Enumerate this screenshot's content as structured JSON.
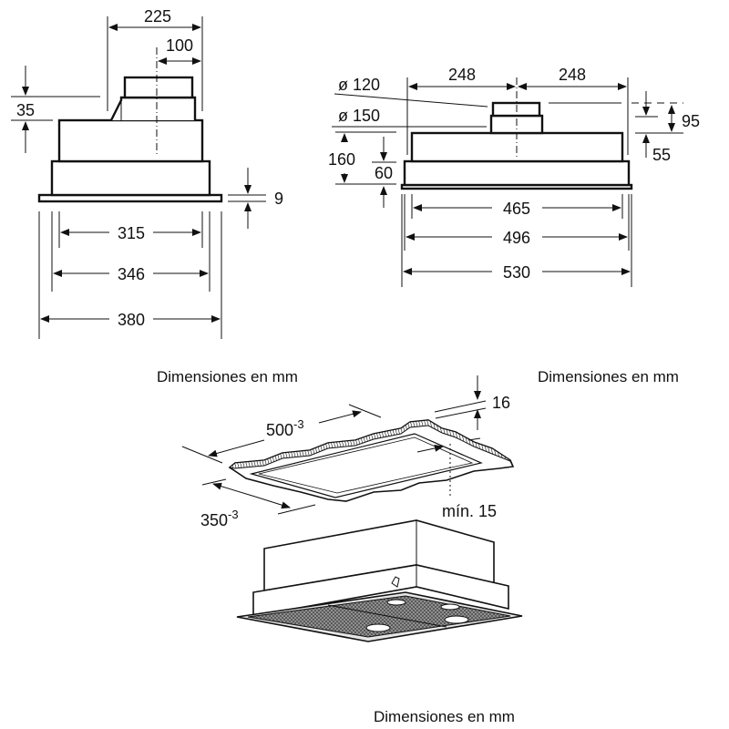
{
  "captions": {
    "side_view": "Dimensiones en mm",
    "front_view": "Dimensiones en mm",
    "installation_view": "Dimensiones en mm"
  },
  "side_view": {
    "dims": {
      "d225": "225",
      "d100": "100",
      "d35": "35",
      "d9": "9",
      "d315": "315",
      "d346": "346",
      "d380": "380"
    }
  },
  "front_view": {
    "dims": {
      "left248": "248",
      "right248": "248",
      "dia120": "ø 120",
      "dia150": "ø 150",
      "d160": "160",
      "d60": "60",
      "d95": "95",
      "d55": "55",
      "d465": "465",
      "d496": "496",
      "d530": "530"
    }
  },
  "installation_view": {
    "cutout_length": "500",
    "cutout_length_tol": "-3",
    "cutout_width": "350",
    "cutout_width_tol": "-3",
    "thickness": "16",
    "min_edge": "mín. 15"
  }
}
